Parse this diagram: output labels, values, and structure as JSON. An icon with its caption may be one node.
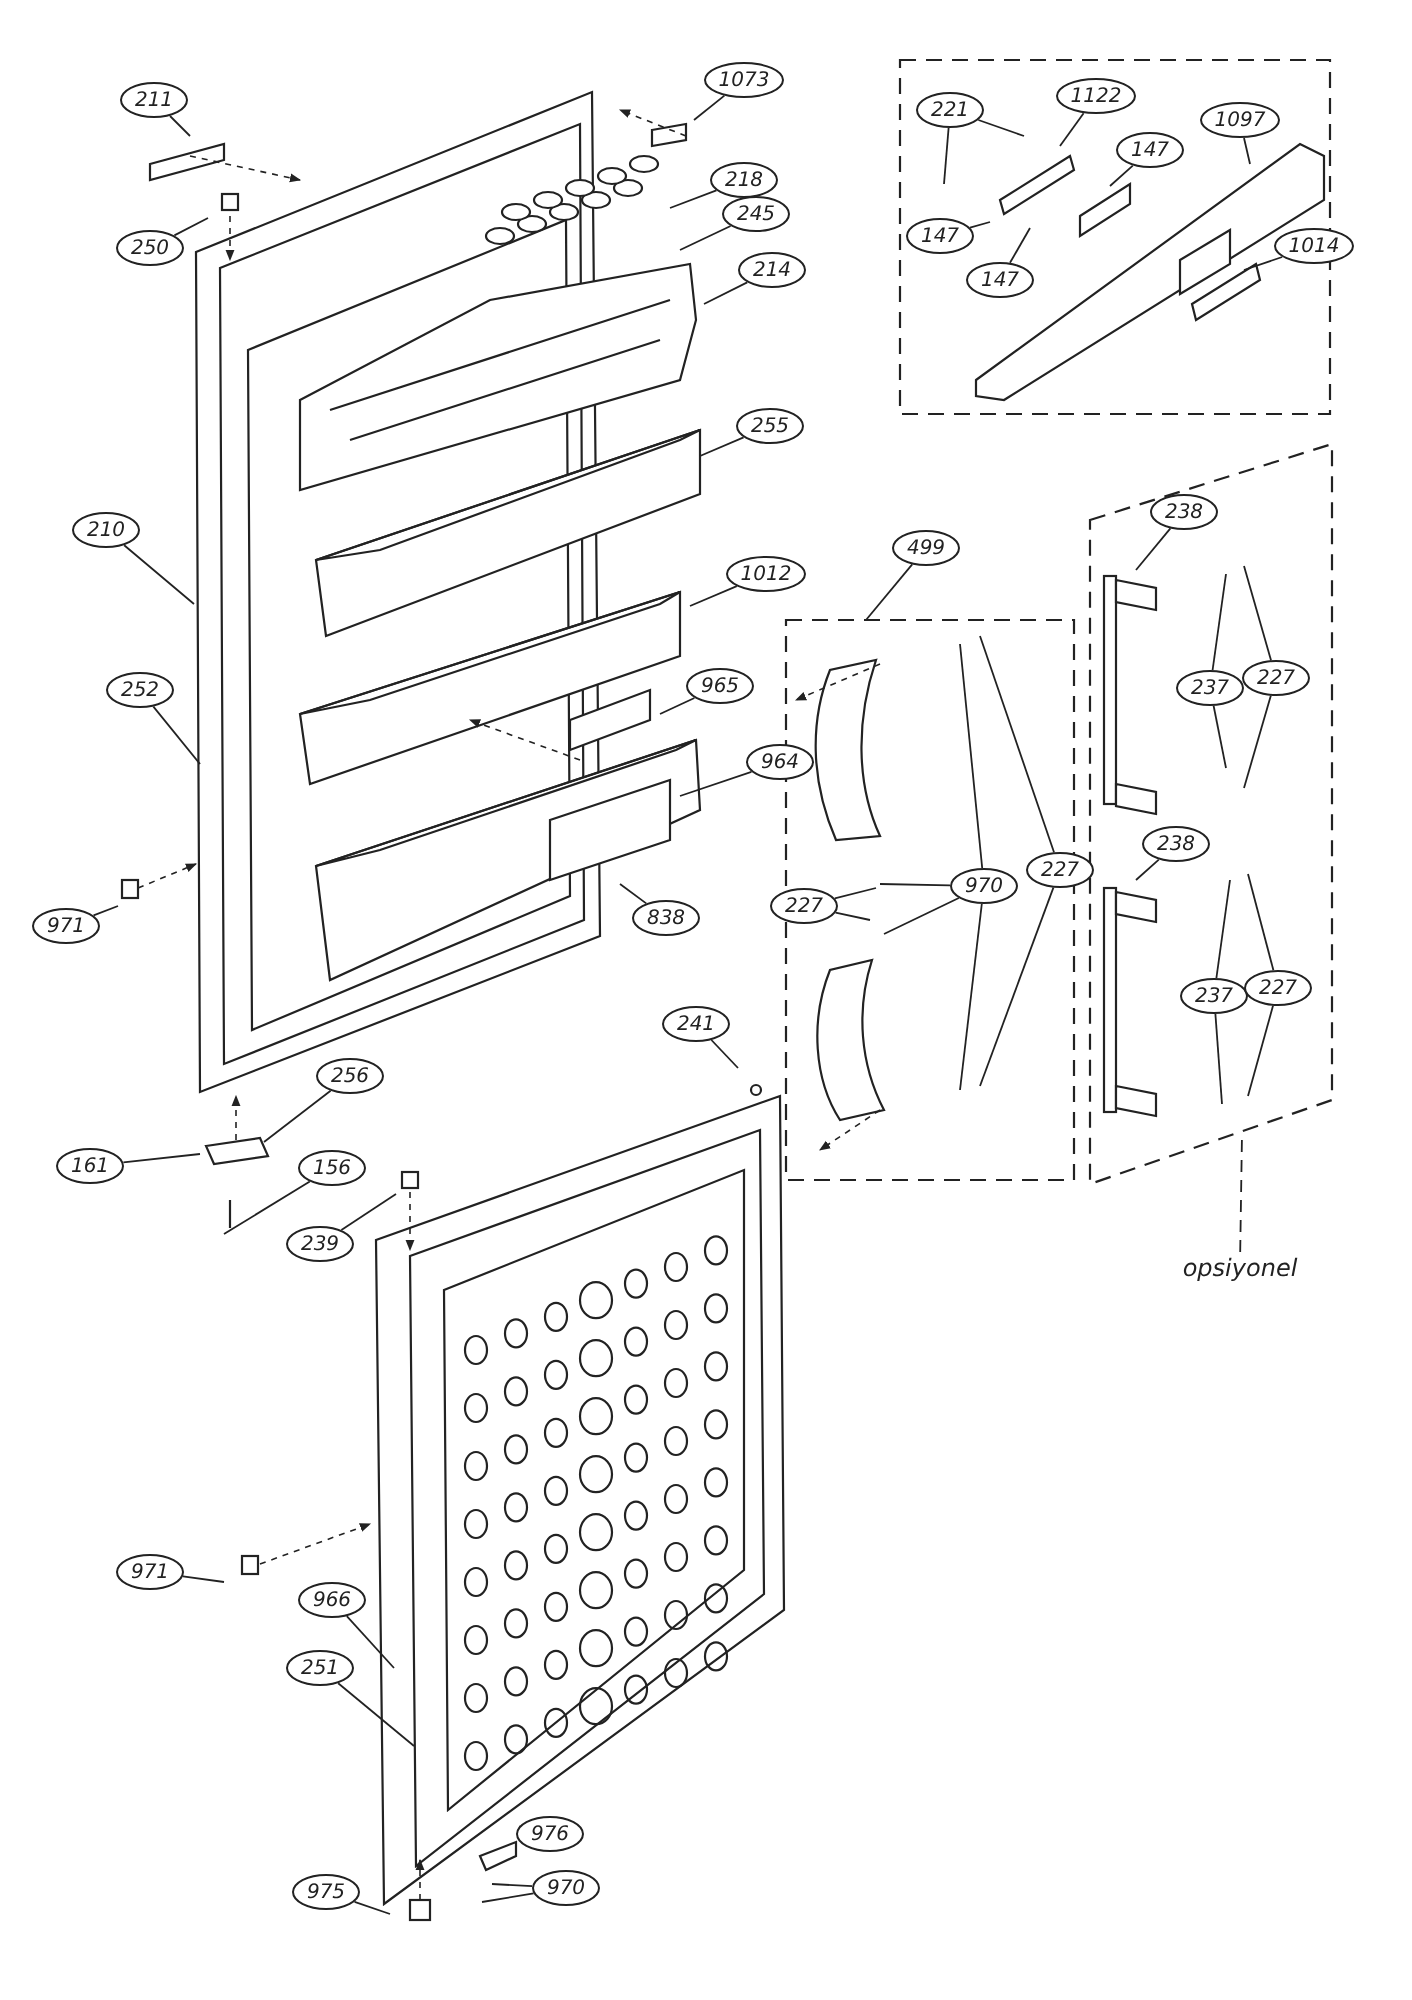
{
  "diagram": {
    "nodes": [
      {
        "text": [
          "211"
        ]
      },
      {
        "text": [
          "1073"
        ]
      },
      {
        "text": [
          "250"
        ]
      },
      {
        "text": [
          "218"
        ]
      },
      {
        "text": [
          "245"
        ]
      },
      {
        "text": [
          "214"
        ]
      },
      {
        "text": [
          "255"
        ]
      },
      {
        "text": [
          "210"
        ]
      },
      {
        "text": [
          "1012"
        ]
      },
      {
        "text": [
          "252"
        ]
      },
      {
        "text": [
          "965"
        ]
      },
      {
        "text": [
          "964"
        ]
      },
      {
        "text": [
          "971"
        ]
      },
      {
        "text": [
          "838"
        ]
      },
      {
        "text": [
          "241"
        ]
      },
      {
        "text": [
          "256"
        ]
      },
      {
        "text": [
          "161"
        ]
      },
      {
        "text": [
          "156"
        ]
      },
      {
        "text": [
          "239"
        ]
      },
      {
        "text": [
          "971"
        ]
      },
      {
        "text": [
          "966"
        ]
      },
      {
        "text": [
          "251"
        ]
      },
      {
        "text": [
          "976"
        ]
      },
      {
        "text": [
          "975"
        ]
      },
      {
        "text": [
          "970"
        ]
      },
      {
        "text": [
          "221"
        ]
      },
      {
        "text": [
          "1122"
        ]
      },
      {
        "text": [
          "147"
        ]
      },
      {
        "text": [
          "147"
        ]
      },
      {
        "text": [
          "1097"
        ]
      },
      {
        "text": [
          "147"
        ]
      },
      {
        "text": [
          "1014"
        ]
      },
      {
        "text": [
          "499"
        ]
      },
      {
        "text": [
          "227"
        ]
      },
      {
        "text": [
          "970"
        ]
      },
      {
        "text": [
          "227"
        ]
      },
      {
        "text": [
          "238"
        ]
      },
      {
        "text": [
          "237"
        ]
      },
      {
        "text": [
          "227"
        ]
      },
      {
        "text": [
          "238"
        ]
      },
      {
        "text": [
          "237"
        ]
      },
      {
        "text": [
          "227"
        ]
      },
      {
        "text": [
          "opsiyonel"
        ]
      }
    ],
    "edges": [
      {
        "from": 0,
        "to": null,
        "arrow": "none"
      },
      {
        "from": 1,
        "to": null,
        "arrow": "none"
      },
      {
        "from": 2,
        "to": null,
        "arrow": "none"
      },
      {
        "from": 3,
        "to": null,
        "arrow": "none"
      },
      {
        "from": 4,
        "to": null,
        "arrow": "none"
      },
      {
        "from": 5,
        "to": null,
        "arrow": "none"
      },
      {
        "from": 6,
        "to": null,
        "arrow": "none"
      },
      {
        "from": 7,
        "to": null,
        "arrow": "none"
      },
      {
        "from": 8,
        "to": null,
        "arrow": "none"
      },
      {
        "from": 9,
        "to": null,
        "arrow": "none"
      },
      {
        "from": 10,
        "to": null,
        "arrow": "none"
      },
      {
        "from": 11,
        "to": null,
        "arrow": "none"
      },
      {
        "from": 12,
        "to": null,
        "arrow": "none"
      },
      {
        "from": 13,
        "to": null,
        "arrow": "none"
      },
      {
        "from": 14,
        "to": null,
        "arrow": "none"
      },
      {
        "from": 15,
        "to": null,
        "arrow": "none"
      },
      {
        "from": 16,
        "to": null,
        "arrow": "none"
      },
      {
        "from": 17,
        "to": null,
        "arrow": "none"
      },
      {
        "from": 18,
        "to": null,
        "arrow": "none"
      },
      {
        "from": 19,
        "to": null,
        "arrow": "none"
      },
      {
        "from": 20,
        "to": null,
        "arrow": "none"
      },
      {
        "from": 21,
        "to": null,
        "arrow": "none"
      },
      {
        "from": 22,
        "to": null,
        "arrow": "none"
      },
      {
        "from": 23,
        "to": null,
        "arrow": "none"
      },
      {
        "from": 24,
        "to": null,
        "arrow": "none"
      },
      {
        "from": 24,
        "to": null,
        "arrow": "none"
      },
      {
        "from": 25,
        "to": null,
        "arrow": "none"
      },
      {
        "from": 25,
        "to": null,
        "arrow": "none"
      },
      {
        "from": 26,
        "to": null,
        "arrow": "none"
      },
      {
        "from": 27,
        "to": null,
        "arrow": "none"
      },
      {
        "from": 28,
        "to": null,
        "arrow": "none"
      },
      {
        "from": 29,
        "to": null,
        "arrow": "none"
      },
      {
        "from": 30,
        "to": null,
        "arrow": "none"
      },
      {
        "from": 31,
        "to": null,
        "arrow": "none"
      },
      {
        "from": 32,
        "to": null,
        "arrow": "none"
      },
      {
        "from": 33,
        "to": null,
        "arrow": "none"
      },
      {
        "from": 33,
        "to": null,
        "arrow": "none"
      },
      {
        "from": 34,
        "to": null,
        "arrow": "none"
      },
      {
        "from": 34,
        "to": null,
        "arrow": "none"
      },
      {
        "from": 34,
        "to": null,
        "arrow": "none"
      },
      {
        "from": 34,
        "to": null,
        "arrow": "none"
      },
      {
        "from": 35,
        "to": null,
        "arrow": "none"
      },
      {
        "from": 35,
        "to": null,
        "arrow": "none"
      },
      {
        "from": 36,
        "to": null,
        "arrow": "none"
      },
      {
        "from": 37,
        "to": null,
        "arrow": "none"
      },
      {
        "from": 37,
        "to": null,
        "arrow": "none"
      },
      {
        "from": 38,
        "to": null,
        "arrow": "none"
      },
      {
        "from": 38,
        "to": null,
        "arrow": "none"
      },
      {
        "from": 39,
        "to": null,
        "arrow": "none"
      },
      {
        "from": 40,
        "to": null,
        "arrow": "none"
      },
      {
        "from": 40,
        "to": null,
        "arrow": "none"
      },
      {
        "from": 41,
        "to": null,
        "arrow": "none"
      },
      {
        "from": 41,
        "to": null,
        "arrow": "none"
      },
      {
        "from": 42,
        "to": null,
        "arrow": "none",
        "style": "dashed"
      }
    ]
  }
}
